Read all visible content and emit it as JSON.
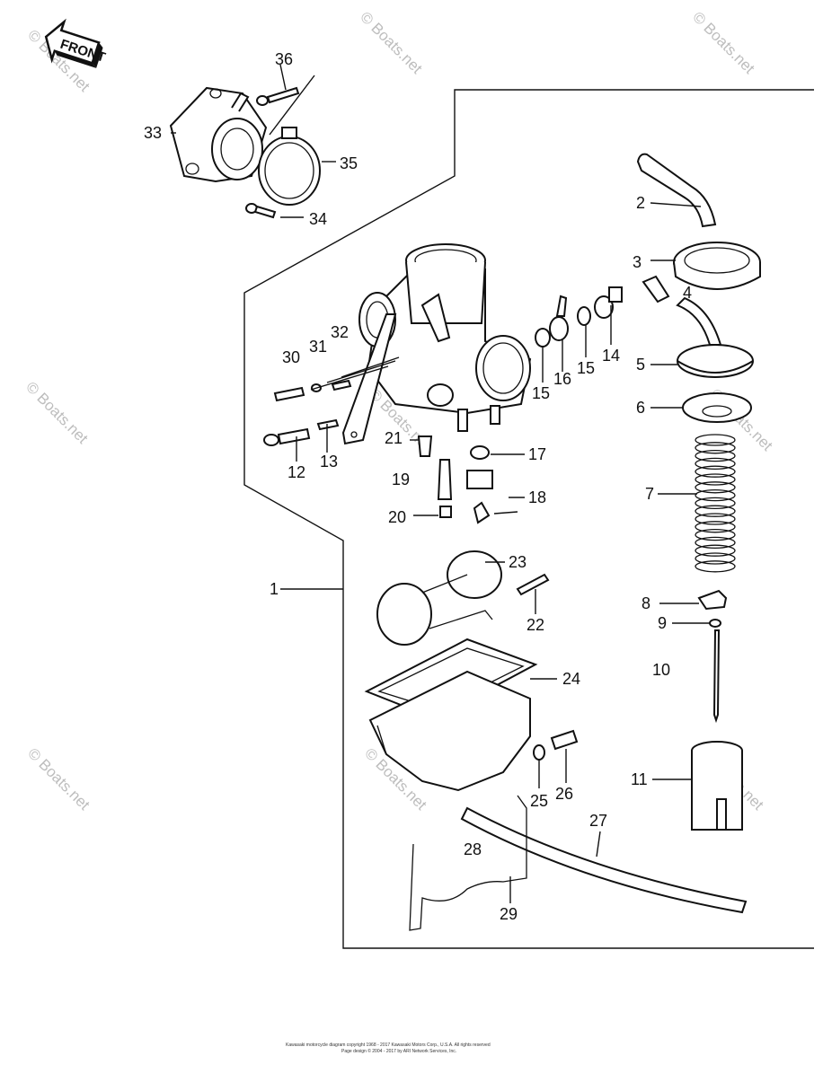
{
  "front_badge": {
    "label": "FRONT"
  },
  "watermark": {
    "text": "© Boats.net"
  },
  "callouts": [
    "1",
    "2",
    "3",
    "4",
    "5",
    "6",
    "7",
    "8",
    "9",
    "10",
    "11",
    "12",
    "13",
    "14",
    "15",
    "15",
    "16",
    "17",
    "18",
    "19",
    "20",
    "21",
    "22",
    "23",
    "24",
    "25",
    "26",
    "27",
    "28",
    "29",
    "30",
    "31",
    "32",
    "33",
    "34",
    "35",
    "36"
  ],
  "footer": {
    "line1": "Kawasaki motorcycle diagram copyright 1968 - 2017 Kawasaki Motors Corp., U.S.A. All rights reserved",
    "line2": "Page design © 2004 - 2017 by ARI Network Services, Inc."
  }
}
